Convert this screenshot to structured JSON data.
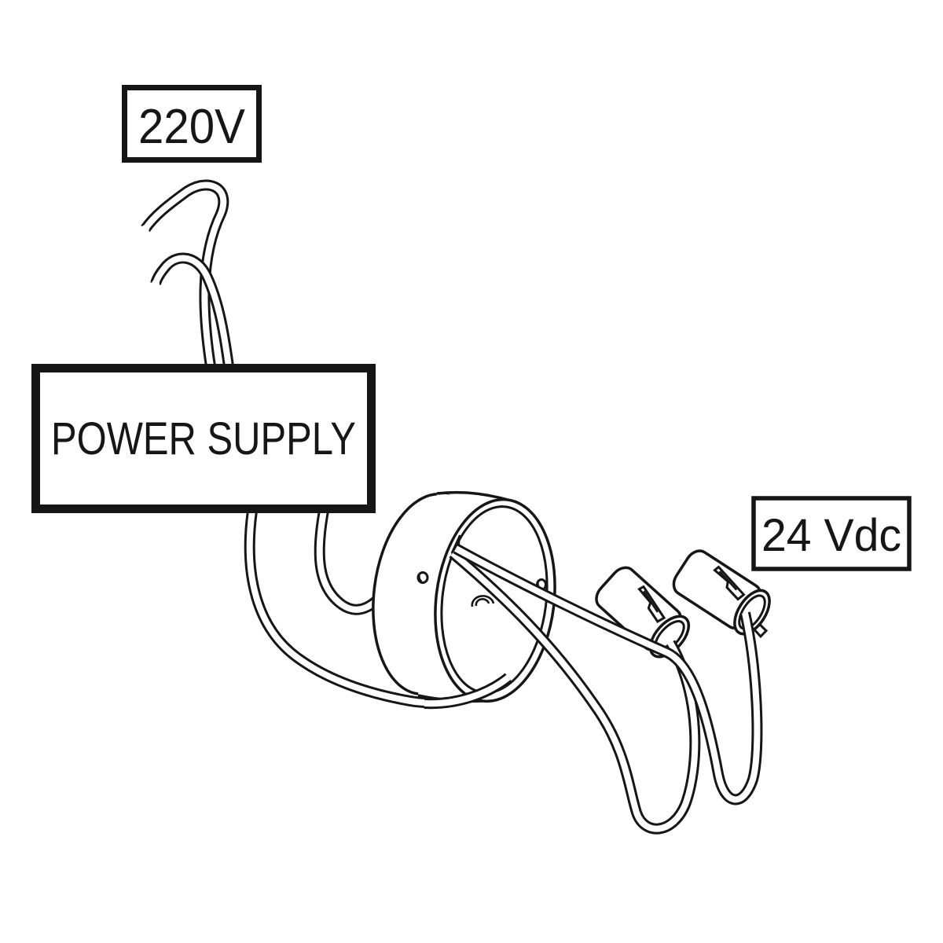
{
  "diagram": {
    "labels": {
      "mains_voltage": "220V",
      "power_supply": "POWER SUPPLY",
      "output_voltage": "24 Vdc"
    },
    "colors": {
      "line": "#161616",
      "box_border": "#161616",
      "background": "#ffffff"
    },
    "icons": [
      "mains-lead-icon",
      "power-supply-output-cable-icon",
      "canopy-drum-icon",
      "pendant-cable-icon",
      "lamp-connector-icon"
    ]
  }
}
